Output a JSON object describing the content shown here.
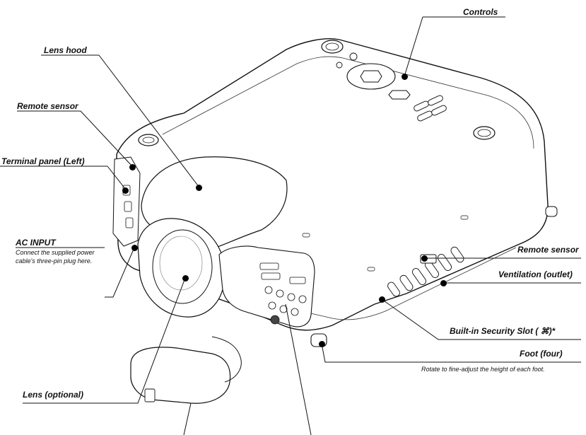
{
  "labels": {
    "controls": "Controls",
    "lens_hood": "Lens hood",
    "remote_sensor_top": "Remote sensor",
    "terminal_panel_left": "Terminal panel (Left)",
    "ac_input": "AC INPUT",
    "ac_input_desc_1": "Connect the supplied power",
    "ac_input_desc_2": "cable's three-pin plug here.",
    "remote_sensor_right": "Remote sensor",
    "ventilation_outlet": "Ventilation (outlet)",
    "security_slot": "Built-in Security Slot ( ⌘)*",
    "foot": "Foot (four)",
    "foot_desc": "Rotate to fine-adjust the height of each foot.",
    "lens_optional": "Lens (optional)"
  }
}
